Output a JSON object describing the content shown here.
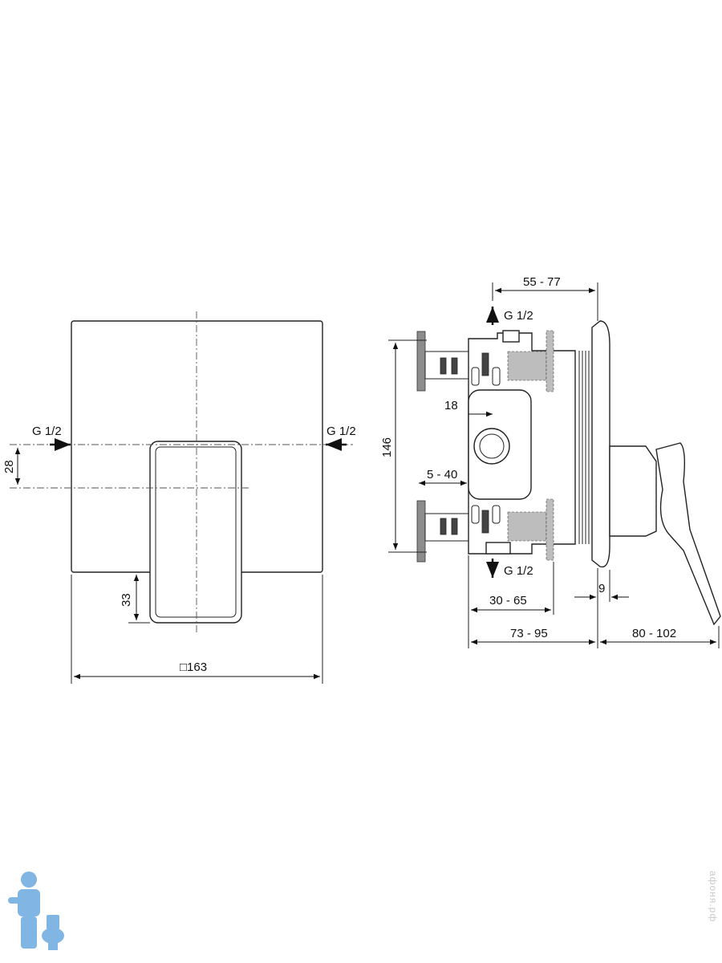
{
  "front_view": {
    "inlet_left": "G 1/2",
    "inlet_right": "G 1/2",
    "dim_offset": "28",
    "dim_handle": "33",
    "dim_plate": "□163"
  },
  "side_view": {
    "outlet_top": "G 1/2",
    "outlet_bottom": "G 1/2",
    "dim_top": "55 - 77",
    "dim_height": "146",
    "dim_18": "18",
    "dim_5_40": "5 - 40",
    "dim_30_65": "30 - 65",
    "dim_9": "9",
    "dim_73_95": "73 - 95",
    "dim_80_102": "80 - 102"
  },
  "watermark": {
    "text": "афоня.рф",
    "logo_color": "#6aa9e0"
  }
}
